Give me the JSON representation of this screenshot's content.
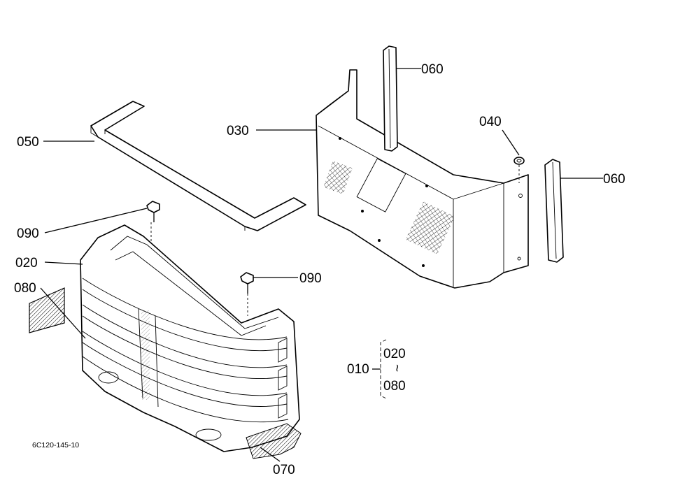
{
  "diagram": {
    "labels": {
      "p050": "050",
      "p030": "030",
      "p060a": "060",
      "p060b": "060",
      "p040": "040",
      "p090a": "090",
      "p090b": "090",
      "p020": "020",
      "p080": "080",
      "p070": "070",
      "p010": "010",
      "p010_from": "020",
      "p010_to": "080",
      "p010_sep": "~"
    },
    "drawing_code": "6C120-145-10"
  }
}
